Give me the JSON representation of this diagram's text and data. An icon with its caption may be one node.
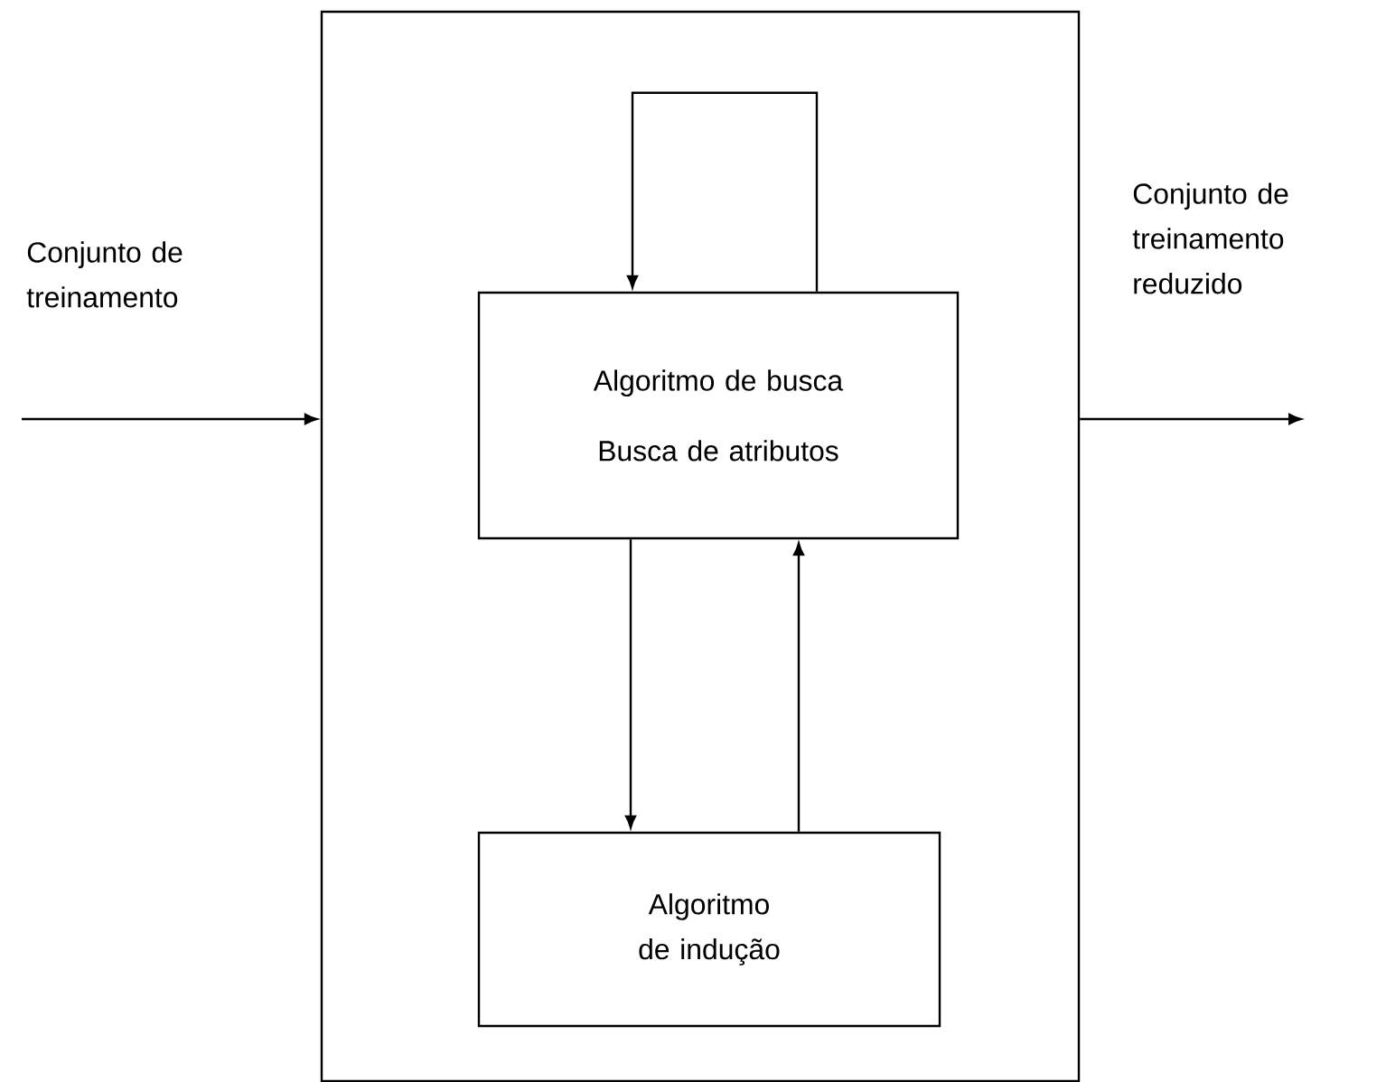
{
  "diagram": {
    "nodes": [
      {
        "text": [],
        "shape": "box"
      },
      {
        "text": [
          "Algoritmo de busca",
          "Busca de atributos"
        ],
        "in": 0
      },
      {
        "text": [
          "Algoritmo de indução"
        ],
        "in": 0
      }
    ],
    "edges": [
      {
        "from": null,
        "to": 0,
        "arrow": "to",
        "label": "Conjunto de treinamento"
      },
      {
        "from": 0,
        "to": null,
        "arrow": "to",
        "label": "Conjunto de treinamento reduzido"
      },
      {
        "from": 1,
        "to": 1,
        "arrow": "to"
      },
      {
        "from": 1,
        "to": 2,
        "arrow": "to"
      },
      {
        "from": 2,
        "to": 1,
        "arrow": "to"
      }
    ]
  }
}
